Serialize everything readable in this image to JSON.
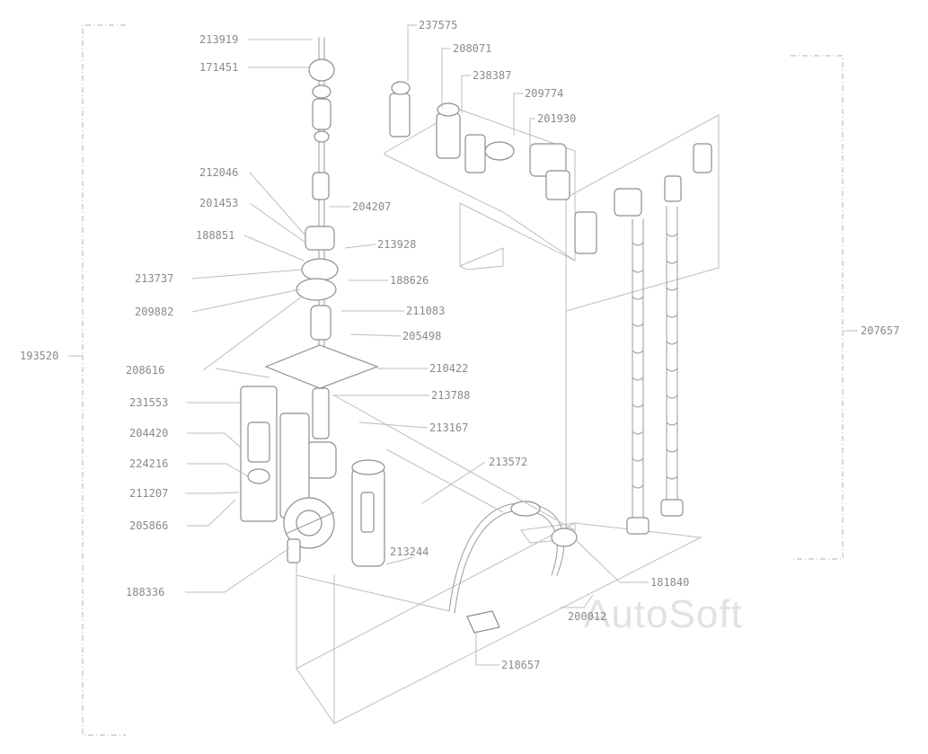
{
  "callouts": {
    "c01": "213919",
    "c02": "171451",
    "c03": "237575",
    "c04": "208071",
    "c05": "238387",
    "c06": "209774",
    "c07": "201930",
    "c08": "212046",
    "c09": "201453",
    "c10": "204207",
    "c11": "188851",
    "c12": "213928",
    "c13": "213737",
    "c14": "188626",
    "c15": "209882",
    "c16": "211083",
    "c17": "205498",
    "c18": "208616",
    "c19": "210422",
    "c20": "231553",
    "c21": "213788",
    "c22": "204420",
    "c23": "213167",
    "c24": "224216",
    "c25": "213572",
    "c26": "211207",
    "c27": "205866",
    "c28": "213244",
    "c29": "181840",
    "c30": "218657",
    "c31": "200012",
    "c32": "193520",
    "c33": "188336",
    "c34": "207657"
  },
  "watermark": "AutoSoft"
}
